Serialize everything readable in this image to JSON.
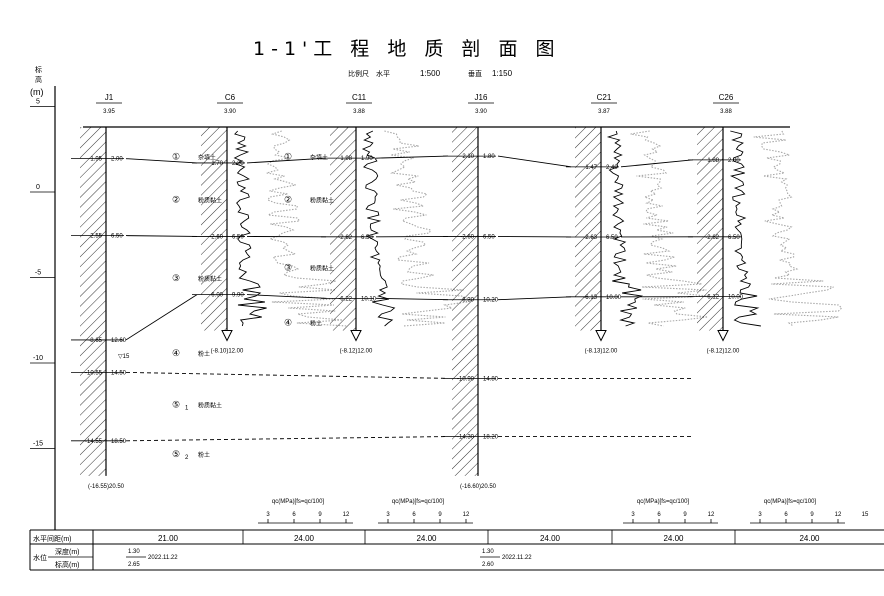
{
  "title": "1-1'工 程 地 质 剖 面 图",
  "scale": {
    "label": "比例尺",
    "horizontal_label": "水平",
    "horizontal_value": "1:500",
    "vertical_label": "垂直",
    "vertical_value": "1:150"
  },
  "axis": {
    "label_chars": [
      "标",
      "高"
    ],
    "unit": "(m)",
    "ticks": [
      5,
      0,
      -5,
      -10,
      -15
    ]
  },
  "boreholes": [
    {
      "id": "J1",
      "elev": "3.95",
      "type": "drill",
      "layers": [
        {
          "el": "1.95",
          "d": "2.00"
        },
        {
          "el": "-2.55",
          "d": "6.50"
        },
        {
          "el": "-8.65",
          "d": "12.60"
        },
        {
          "el": "-10.55",
          "d": "14.50"
        },
        {
          "el": "-14.55",
          "d": "18.50"
        }
      ],
      "bottom": "(-16.55)20.50",
      "water": "15"
    },
    {
      "id": "C6",
      "elev": "3.90",
      "type": "cpt",
      "layers": [
        {
          "el": "1.70",
          "d": "2.20"
        },
        {
          "el": "-2.60",
          "d": "6.50"
        },
        {
          "el": "-6.00",
          "d": "9.90"
        }
      ],
      "bottom": "(-8.10)12.00"
    },
    {
      "id": "C11",
      "elev": "3.88",
      "type": "cpt",
      "layers": [
        {
          "el": "1.98",
          "d": "1.90"
        },
        {
          "el": "-2.62",
          "d": "6.50"
        },
        {
          "el": "-6.22",
          "d": "10.10"
        }
      ],
      "bottom": "(-8.12)12.00"
    },
    {
      "id": "J16",
      "elev": "3.90",
      "type": "drill",
      "layers": [
        {
          "el": "2.10",
          "d": "1.80"
        },
        {
          "el": "-2.60",
          "d": "6.50"
        },
        {
          "el": "-6.30",
          "d": "10.20"
        },
        {
          "el": "-10.90",
          "d": "14.80"
        },
        {
          "el": "-14.30",
          "d": "18.20"
        }
      ],
      "bottom": "(-16.60)20.50"
    },
    {
      "id": "C21",
      "elev": "3.87",
      "type": "cpt",
      "layers": [
        {
          "el": "1.47",
          "d": "2.40"
        },
        {
          "el": "-2.63",
          "d": "6.50"
        },
        {
          "el": "-6.13",
          "d": "10.00"
        }
      ],
      "bottom": "(-8.13)12.00"
    },
    {
      "id": "C26",
      "elev": "3.88",
      "type": "cpt",
      "layers": [
        {
          "el": "1.88",
          "d": "2.00"
        },
        {
          "el": "-2.62",
          "d": "6.50"
        },
        {
          "el": "-6.12",
          "d": "10.00"
        }
      ],
      "bottom": "(-8.12)12.00"
    }
  ],
  "soils": [
    {
      "no": "①",
      "name": "杂填土"
    },
    {
      "no": "②",
      "name": "粉质黏土"
    },
    {
      "no": "③",
      "name": "粉质黏土"
    },
    {
      "no": "④",
      "name": "粉土"
    },
    {
      "no": "⑤",
      "sub": "1",
      "name": "粉质黏土"
    },
    {
      "no": "⑤",
      "sub": "2",
      "name": "粉土"
    }
  ],
  "cpt_axis": {
    "label": "qc(MPa)[fs=qc/100]",
    "ticks": [
      "3",
      "6",
      "9",
      "12"
    ],
    "extra": "15"
  },
  "table": {
    "distance_label": "水平间距(m)",
    "distances": [
      "21.00",
      "24.00",
      "24.00",
      "24.00",
      "24.00",
      "24.00"
    ],
    "water_label": "水位",
    "depth_label": "深度(m)",
    "elev_label": "标高(m)",
    "water_readings": [
      {
        "depth": "1.30",
        "elev": "2.65",
        "date": "2022.11.22"
      },
      {
        "depth": "1.30",
        "elev": "2.60",
        "date": "2022.11.22"
      }
    ]
  },
  "colors": {
    "line": "#000000",
    "cpt_dotted": "#a8a8a8",
    "hatch": "#000000"
  }
}
